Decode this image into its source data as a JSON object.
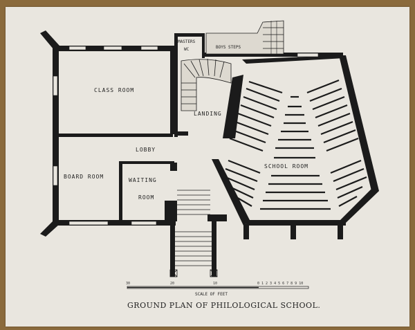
{
  "labels": {
    "class_room": "CLASS ROOM",
    "masters": "MASTERS",
    "wc": "WC",
    "boys_steps": "BOYS STEPS",
    "landing": "LANDING",
    "lobby": "LOBBY",
    "board_room": "BOARD ROOM",
    "waiting_1": "WAITING",
    "waiting_2": "ROOM",
    "school_room": "SCHOOL ROOM"
  },
  "scale": {
    "left_ticks": [
      "30",
      "20",
      "10"
    ],
    "right_ticks": "0 1 2 3 4 5 6 7 8 9 10",
    "label": "SCALE OF FEET"
  },
  "caption": "GROUND PLAN OF PHILOLOGICAL SCHOOL.",
  "colors": {
    "ink": "#1b1b1b",
    "paper": "#e9e6df",
    "mount": "#8a6a3c"
  }
}
